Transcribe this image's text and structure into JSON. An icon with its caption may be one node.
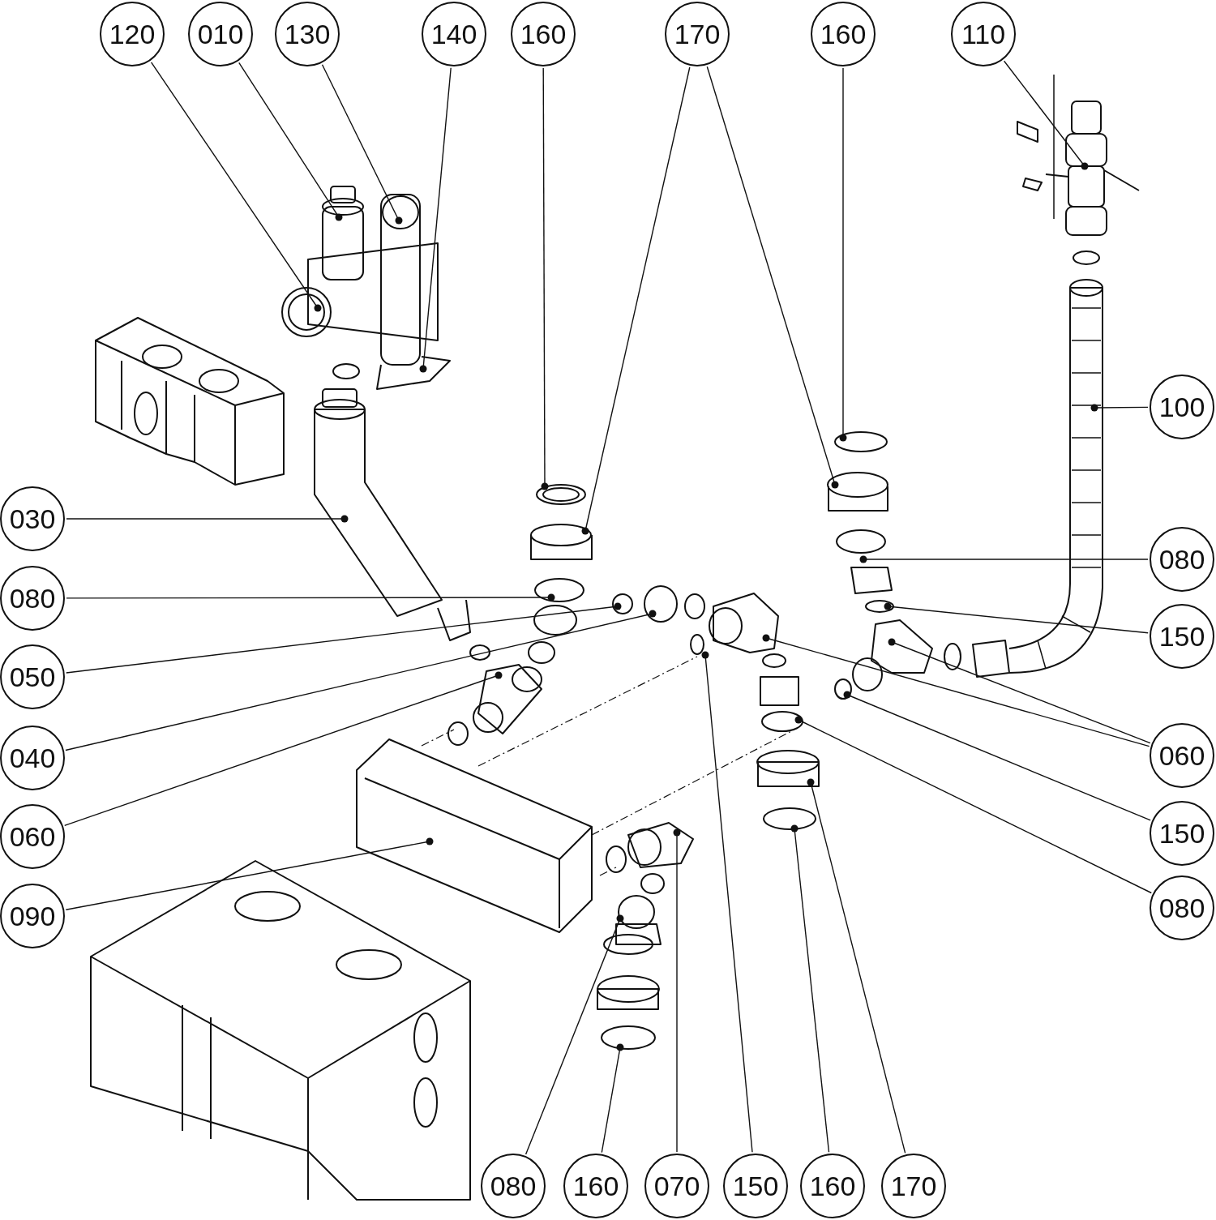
{
  "diagram": {
    "nodes": [
      {
        "text": [
          "120"
        ]
      },
      {
        "text": [
          "010"
        ]
      },
      {
        "text": [
          "130"
        ]
      },
      {
        "text": [
          "140"
        ]
      },
      {
        "text": [
          "160"
        ]
      },
      {
        "text": [
          "170"
        ]
      },
      {
        "text": [
          "160"
        ]
      },
      {
        "text": [
          "110"
        ]
      },
      {
        "text": [
          "030"
        ]
      },
      {
        "text": [
          "080"
        ]
      },
      {
        "text": [
          "050"
        ]
      },
      {
        "text": [
          "040"
        ]
      },
      {
        "text": [
          "060"
        ]
      },
      {
        "text": [
          "090"
        ]
      },
      {
        "text": [
          "100"
        ]
      },
      {
        "text": [
          "080"
        ]
      },
      {
        "text": [
          "150"
        ]
      },
      {
        "text": [
          "060"
        ]
      },
      {
        "text": [
          "150"
        ]
      },
      {
        "text": [
          "080"
        ]
      },
      {
        "text": [
          "080"
        ]
      },
      {
        "text": [
          "160"
        ]
      },
      {
        "text": [
          "070"
        ]
      },
      {
        "text": [
          "150"
        ]
      },
      {
        "text": [
          "160"
        ]
      },
      {
        "text": [
          "170"
        ]
      }
    ],
    "edges": [
      {
        "from": 0,
        "to": null,
        "arrow": "other"
      },
      {
        "from": 1,
        "to": null,
        "arrow": "other"
      },
      {
        "from": 2,
        "to": null,
        "arrow": "other"
      },
      {
        "from": 3,
        "to": null,
        "arrow": "other"
      },
      {
        "from": 4,
        "to": null,
        "arrow": "other"
      },
      {
        "from": 5,
        "to": null,
        "arrow": "other"
      },
      {
        "from": 5,
        "to": null,
        "arrow": "other"
      },
      {
        "from": 6,
        "to": null,
        "arrow": "other"
      },
      {
        "from": 7,
        "to": null,
        "arrow": "other"
      },
      {
        "from": 8,
        "to": null,
        "arrow": "other"
      },
      {
        "from": 9,
        "to": null,
        "arrow": "other"
      },
      {
        "from": 10,
        "to": null,
        "arrow": "other"
      },
      {
        "from": 11,
        "to": null,
        "arrow": "other"
      },
      {
        "from": 12,
        "to": null,
        "arrow": "other"
      },
      {
        "from": 13,
        "to": null,
        "arrow": "other"
      },
      {
        "from": 14,
        "to": null,
        "arrow": "other"
      },
      {
        "from": 15,
        "to": null,
        "arrow": "other"
      },
      {
        "from": 16,
        "to": null,
        "arrow": "other"
      },
      {
        "from": 17,
        "to": null,
        "arrow": "other"
      },
      {
        "from": 17,
        "to": null,
        "arrow": "other"
      },
      {
        "from": 18,
        "to": null,
        "arrow": "other"
      },
      {
        "from": 19,
        "to": null,
        "arrow": "other"
      },
      {
        "from": 20,
        "to": null,
        "arrow": "other"
      },
      {
        "from": 21,
        "to": null,
        "arrow": "other"
      },
      {
        "from": 22,
        "to": null,
        "arrow": "other"
      },
      {
        "from": 23,
        "to": null,
        "arrow": "other"
      },
      {
        "from": 24,
        "to": null,
        "arrow": "other"
      },
      {
        "from": 25,
        "to": null,
        "arrow": "other"
      }
    ]
  }
}
